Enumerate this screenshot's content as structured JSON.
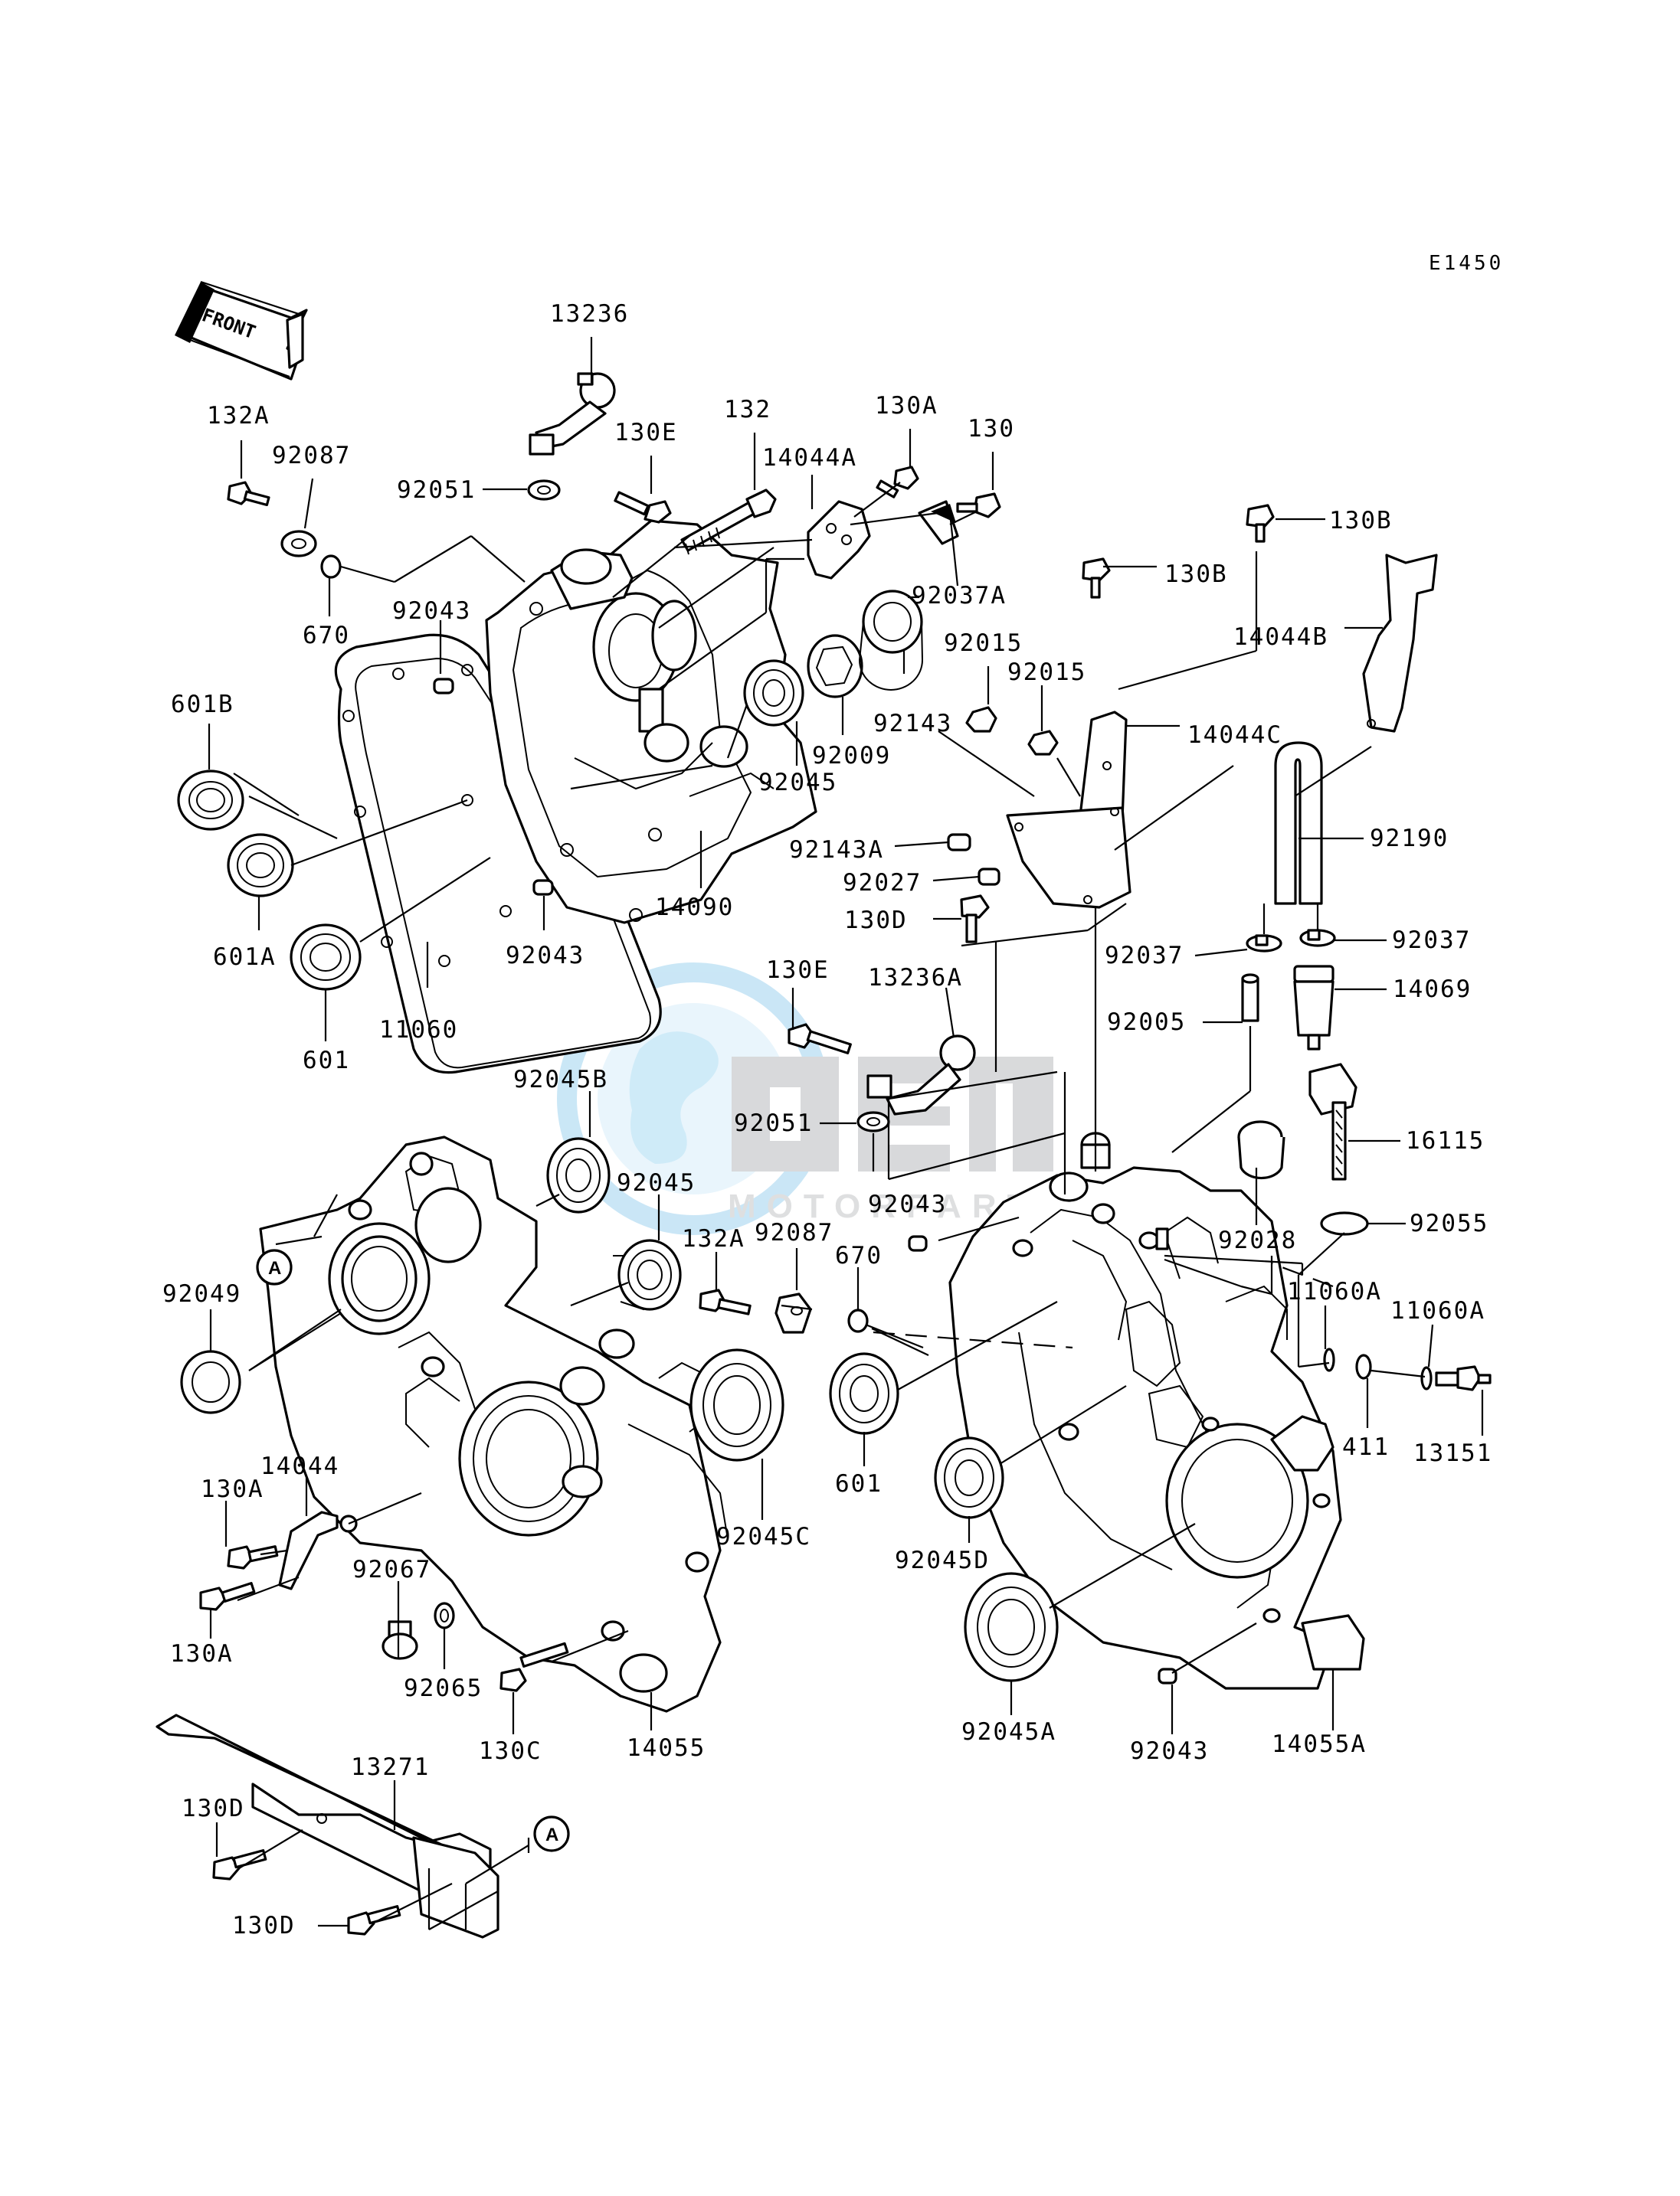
{
  "diagram_code": "E1450",
  "front_label": "FRONT",
  "reference_marks": [
    "A",
    "A"
  ],
  "watermark": {
    "brand": "OEM",
    "subtitle": "MOTORPARTS"
  },
  "colors": {
    "line": "#000000",
    "background": "#ffffff",
    "watermark_blue": "#9fd3ef",
    "watermark_grey": "#b9bbbe"
  },
  "part_labels": [
    "13236",
    "132A",
    "92087",
    "92051",
    "130E",
    "132",
    "14044A",
    "130A",
    "130",
    "92037A",
    "130B",
    "130B",
    "14044B",
    "670",
    "92043",
    "601B",
    "92015",
    "92015",
    "92143",
    "92009",
    "92045",
    "14044C",
    "601A",
    "14090",
    "92143A",
    "92190",
    "92027",
    "92043",
    "130D",
    "92037",
    "92037",
    "601",
    "11060",
    "14069",
    "130E",
    "13236A",
    "92005",
    "92045B",
    "16115",
    "92051",
    "92045",
    "92043",
    "92028",
    "92055",
    "132A",
    "92087",
    "670",
    "92049",
    "11060A",
    "11060A",
    "14044",
    "411",
    "13151",
    "601",
    "92045C",
    "130A",
    "92045D",
    "92067",
    "130A",
    "92065",
    "130C",
    "14055",
    "92045A",
    "92043",
    "14055A",
    "13271",
    "130D",
    "130D"
  ]
}
